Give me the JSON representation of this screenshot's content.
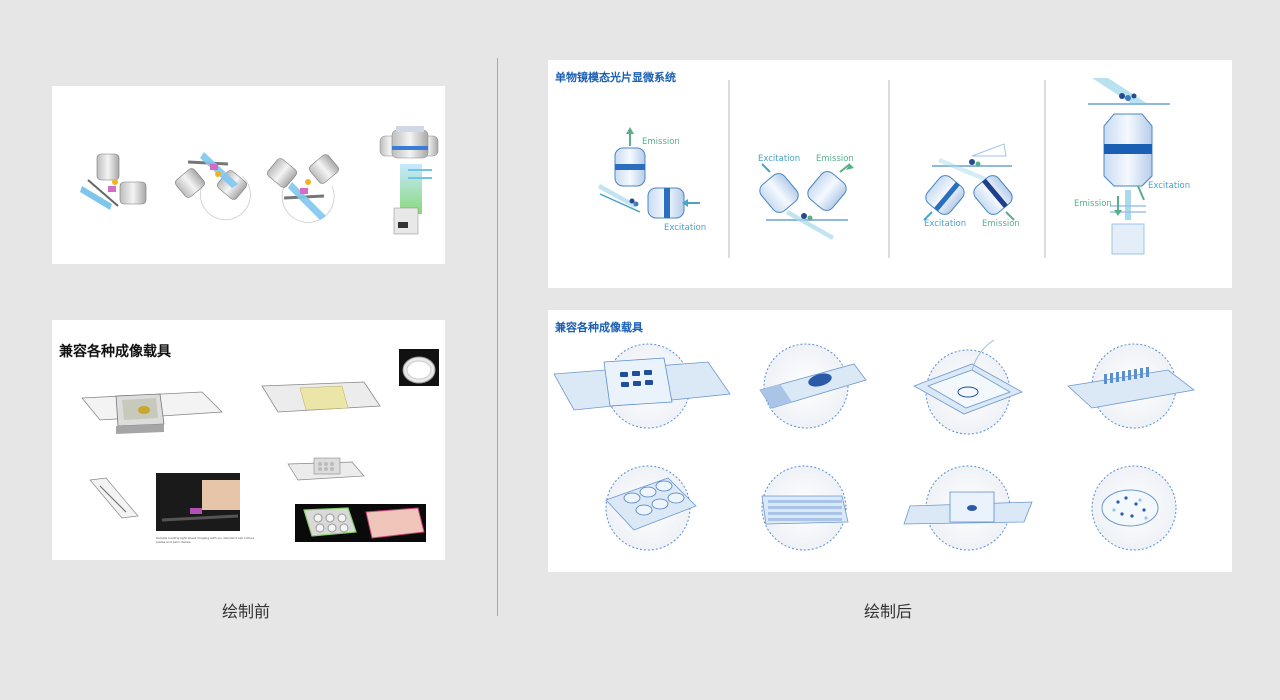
{
  "captions": {
    "before": "绘制前",
    "after": "绘制后"
  },
  "before": {
    "carriers_title": "兼容各种成像载具"
  },
  "after": {
    "system_title": "单物镜模态光片显微系统",
    "carriers_title": "兼容各种成像载具",
    "labels": {
      "emission": "Emission",
      "excitation": "Excitation"
    }
  },
  "colors": {
    "background": "#e6e6e6",
    "accent_blue": "#1a5fb4",
    "light_blue": "#9fc3e6",
    "teal": "#58b08a"
  }
}
